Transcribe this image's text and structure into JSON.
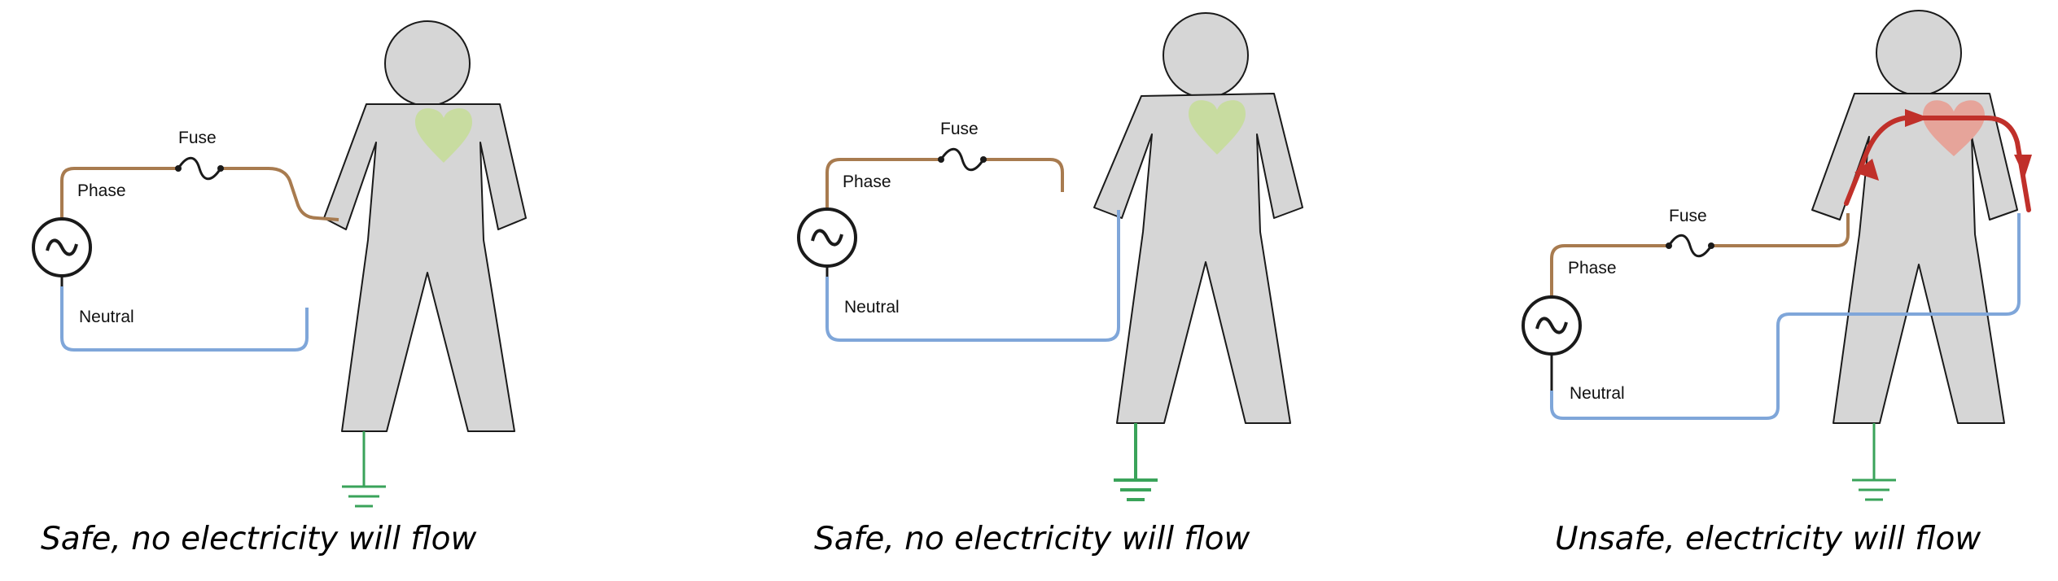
{
  "labels": {
    "fuse": "Fuse",
    "phase": "Phase",
    "neutral": "Neutral"
  },
  "panels": [
    {
      "caption": "Safe, no electricity will flow",
      "status": "safe"
    },
    {
      "caption": "Safe, no electricity will flow",
      "status": "safe"
    },
    {
      "caption": "Unsafe, electricity will flow",
      "status": "unsafe"
    }
  ],
  "colors": {
    "phase_wire": "#a87b4f",
    "neutral_wire": "#7fa6d9",
    "ground": "#3aa35a",
    "body_fill": "#d6d6d6",
    "body_stroke": "#1a1a1a",
    "heart_safe": "#c8dca0",
    "heart_unsafe": "#e6a49a",
    "current_path": "#c0302a"
  }
}
